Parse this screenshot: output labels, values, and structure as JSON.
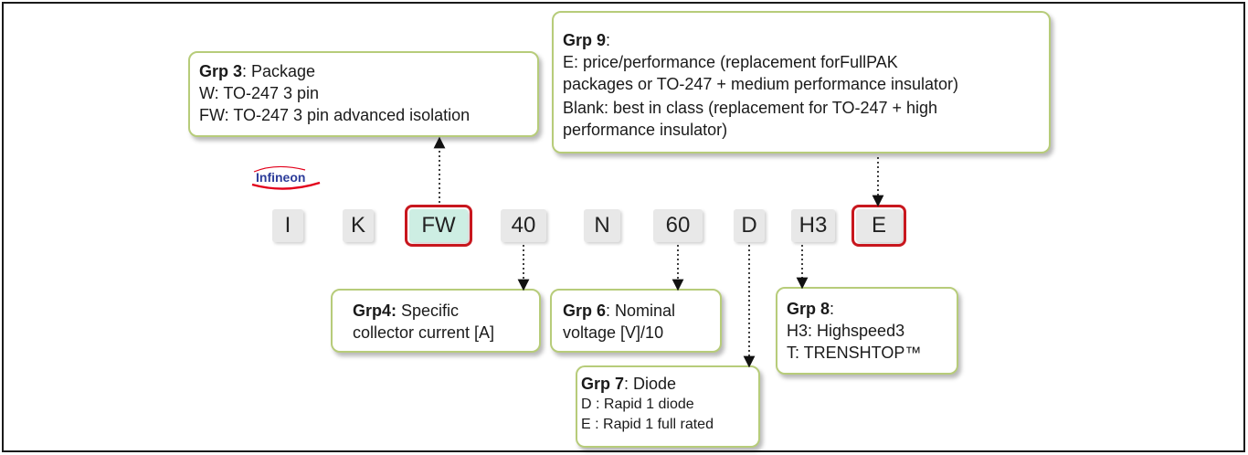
{
  "logo_text": "Infineon",
  "code_segments": [
    "I",
    "K",
    "FW",
    "40",
    "N",
    "60",
    "D",
    "H3",
    "E"
  ],
  "grp3": {
    "title": "Grp 3",
    "suffix": ": Package",
    "lines": [
      "W: TO-247 3 pin",
      "FW: TO-247 3 pin advanced isolation"
    ]
  },
  "grp9": {
    "title": "Grp 9",
    "suffix": ":",
    "lines": [
      "E: price/performance  (replacement forFullPAK",
      "packages or TO-247 + medium performance insulator)",
      "Blank: best in class (replacement for TO-247 + high",
      "performance insulator)"
    ]
  },
  "grp4": {
    "title": "Grp4:",
    "suffix": " Specific",
    "lines": [
      "collector current [A]"
    ]
  },
  "grp6": {
    "title": "Grp 6",
    "suffix": ": Nominal",
    "lines": [
      "voltage [V]/10"
    ]
  },
  "grp7": {
    "title": "Grp 7",
    "suffix": ": Diode",
    "lines": [
      "D : Rapid 1 diode",
      "E : Rapid 1 full rated"
    ]
  },
  "grp8": {
    "title": "Grp 8",
    "suffix": ":",
    "lines": [
      "H3: Highspeed3",
      "T:  TRENSHTOP™"
    ]
  },
  "colors": {
    "callout_border": "#b7cc7a",
    "highlight_border": "#c8171e",
    "fw_fill": "#cdeee3",
    "box_fill": "#e8e8e8",
    "logo_blue": "#2d3d9a",
    "logo_red": "#e2001a"
  }
}
